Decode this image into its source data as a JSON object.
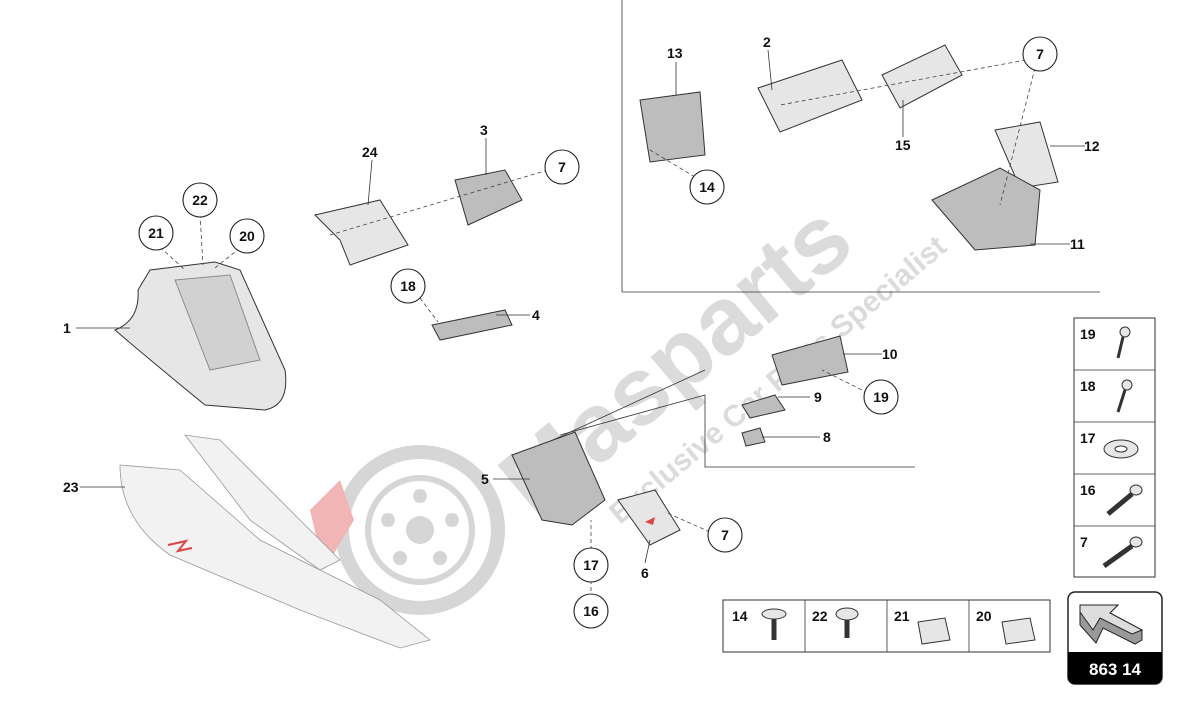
{
  "diagram_number": "863 14",
  "watermark": {
    "brand": "Masparts",
    "tagline": "Exclusive Car Parts Specialist"
  },
  "part_labels": {
    "p1": "1",
    "p2": "2",
    "p3": "3",
    "p4": "4",
    "p5": "5",
    "p6": "6",
    "p8": "8",
    "p9": "9",
    "p10": "10",
    "p11": "11",
    "p12": "12",
    "p13": "13",
    "p15": "15",
    "p23": "23",
    "p24": "24"
  },
  "callouts": {
    "c22": "22",
    "c21": "21",
    "c20": "20",
    "c7a": "7",
    "c18": "18",
    "c14": "14",
    "c7b": "7",
    "c19": "19",
    "c7c": "7",
    "c17": "17",
    "c16": "16"
  },
  "fastener_legend_right": [
    "19",
    "18",
    "17",
    "16",
    "7"
  ],
  "fastener_legend_bottom": [
    "14",
    "22",
    "21",
    "20"
  ],
  "colors": {
    "accent_logo": "#e05050",
    "badge_bg": "#000000"
  }
}
